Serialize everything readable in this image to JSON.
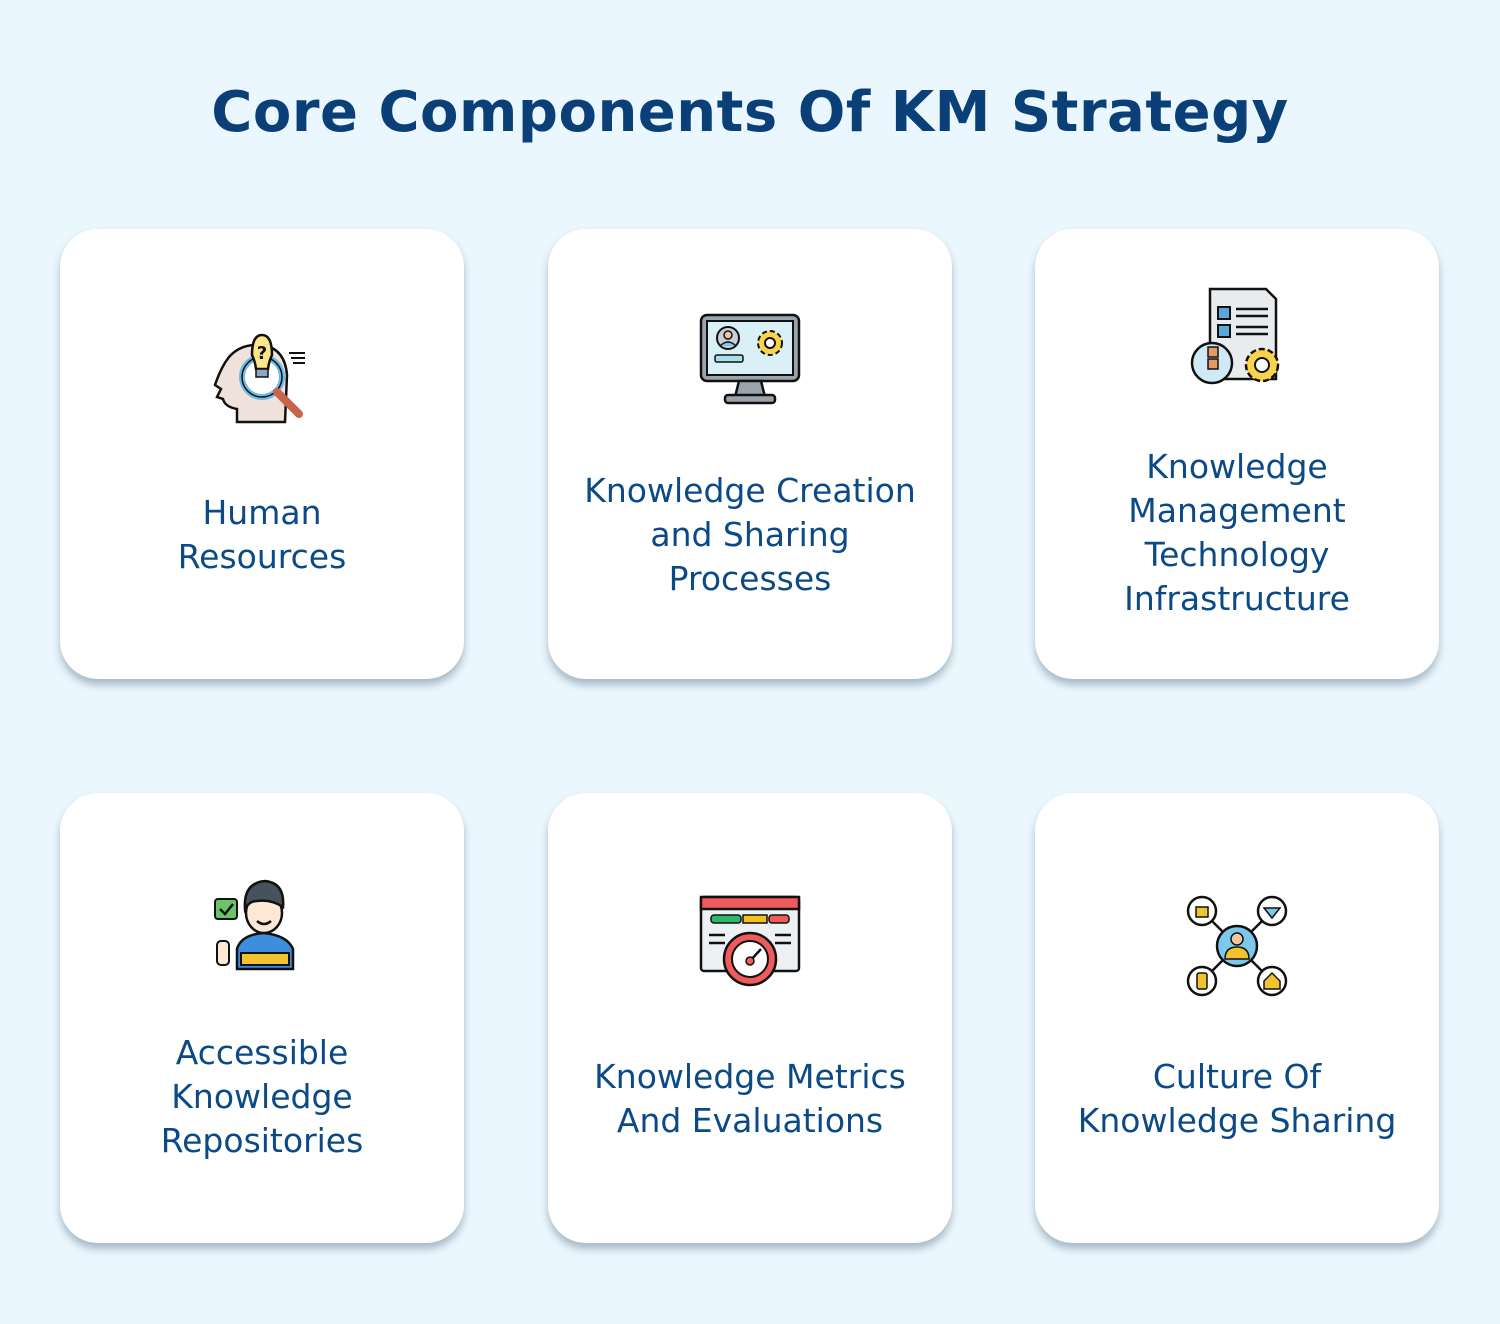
{
  "header": {
    "title": "Core Components Of KM Strategy"
  },
  "colors": {
    "background": "#ebf7fe",
    "title": "#0b3f78",
    "label": "#0b4a86",
    "card": "#ffffff"
  },
  "cards": [
    {
      "label": "Human\nResources",
      "icon": "head-idea-search-icon"
    },
    {
      "label": "Knowledge Creation\nand Sharing\nProcesses",
      "icon": "monitor-user-gear-icon"
    },
    {
      "label": "Knowledge\nManagement\nTechnology\nInfrastructure",
      "icon": "checklist-document-gear-icon"
    },
    {
      "label": "Accessible\nKnowledge\nRepositories",
      "icon": "person-thumbs-up-icon"
    },
    {
      "label": "Knowledge Metrics\nAnd Evaluations",
      "icon": "dashboard-speedometer-icon"
    },
    {
      "label": "Culture Of\nKnowledge Sharing",
      "icon": "network-people-icon"
    }
  ]
}
